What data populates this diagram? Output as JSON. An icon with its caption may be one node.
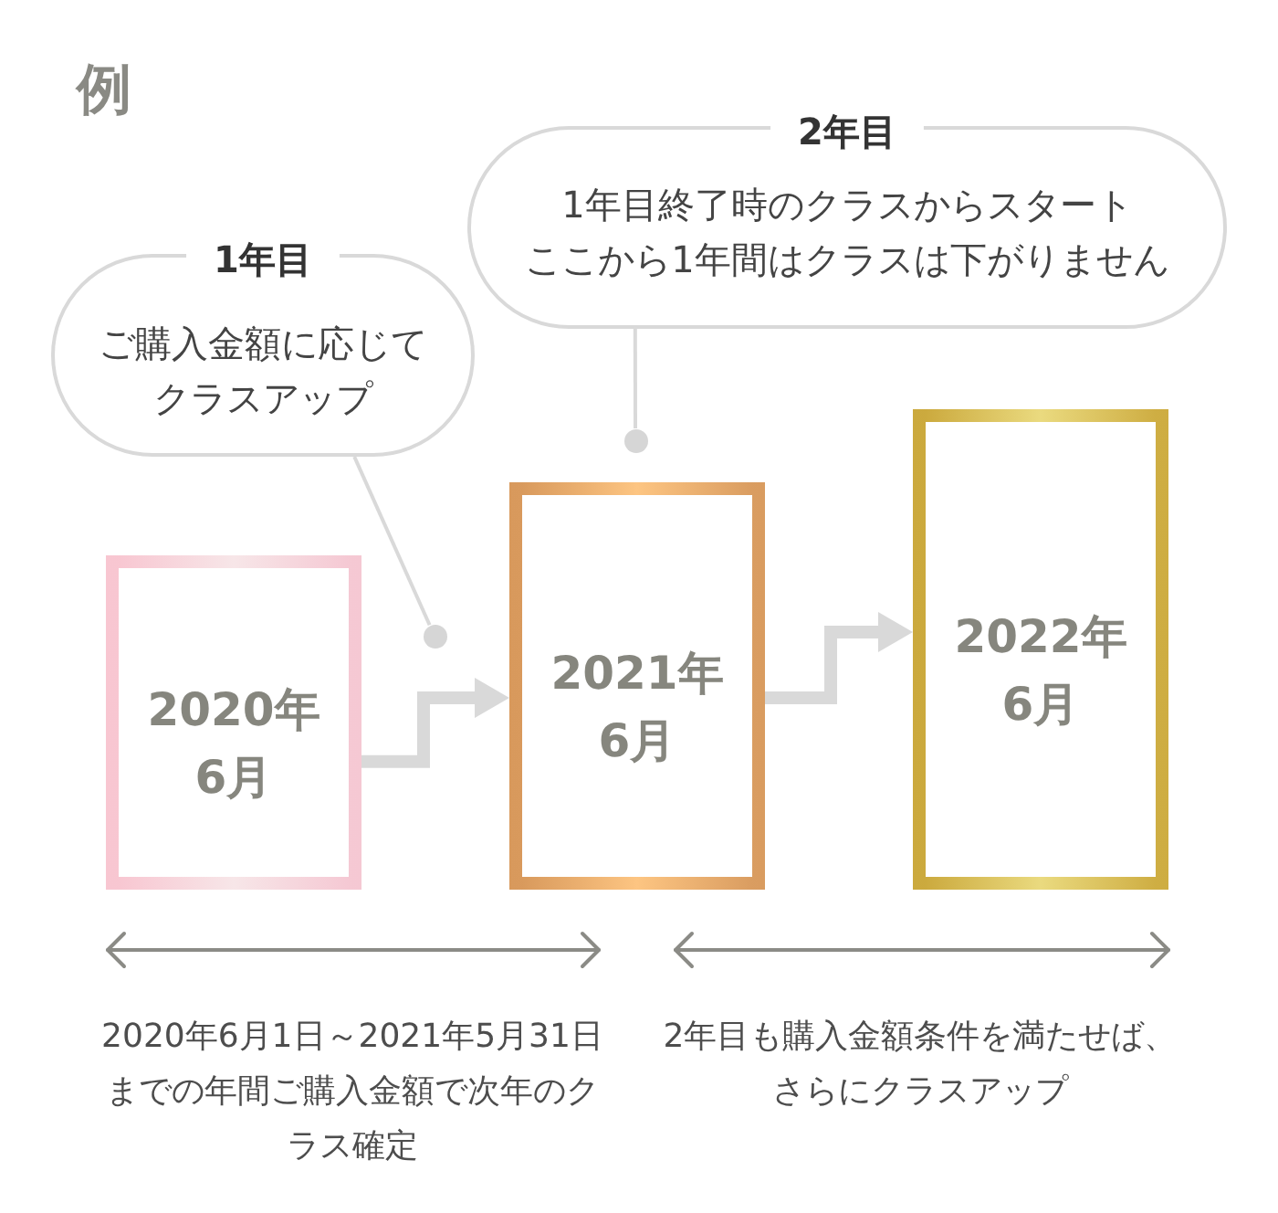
{
  "diagram": {
    "title": "例",
    "nodes": [
      {
        "text": [
          "1年目",
          "ご購入金額に応じてクラスアップ"
        ]
      },
      {
        "text": [
          "2年目",
          "1年目終了時のクラスからスタート",
          "ここから1年間はクラスは下がりません"
        ]
      },
      {
        "text": [],
        "shape": "circle"
      },
      {
        "text": [],
        "shape": "circle"
      },
      {
        "text": [
          "2020年6月"
        ]
      },
      {
        "text": [
          "2021年6月"
        ]
      },
      {
        "text": [
          "2022年6月"
        ]
      }
    ],
    "edges": [
      {
        "from": 0,
        "to": 2,
        "arrow": "none"
      },
      {
        "from": 1,
        "to": 3,
        "arrow": "none"
      },
      {
        "from": 4,
        "to": 5,
        "arrow": "to",
        "style": "thick"
      },
      {
        "from": 5,
        "to": 6,
        "arrow": "to",
        "style": "thick"
      }
    ],
    "labels": [
      "2020年6月1日～2021年5月31日までの年間ご購入金額で次年のクラス確定",
      "2年目も購入金額条件を満たせば、さらにクラスアップ"
    ]
  }
}
